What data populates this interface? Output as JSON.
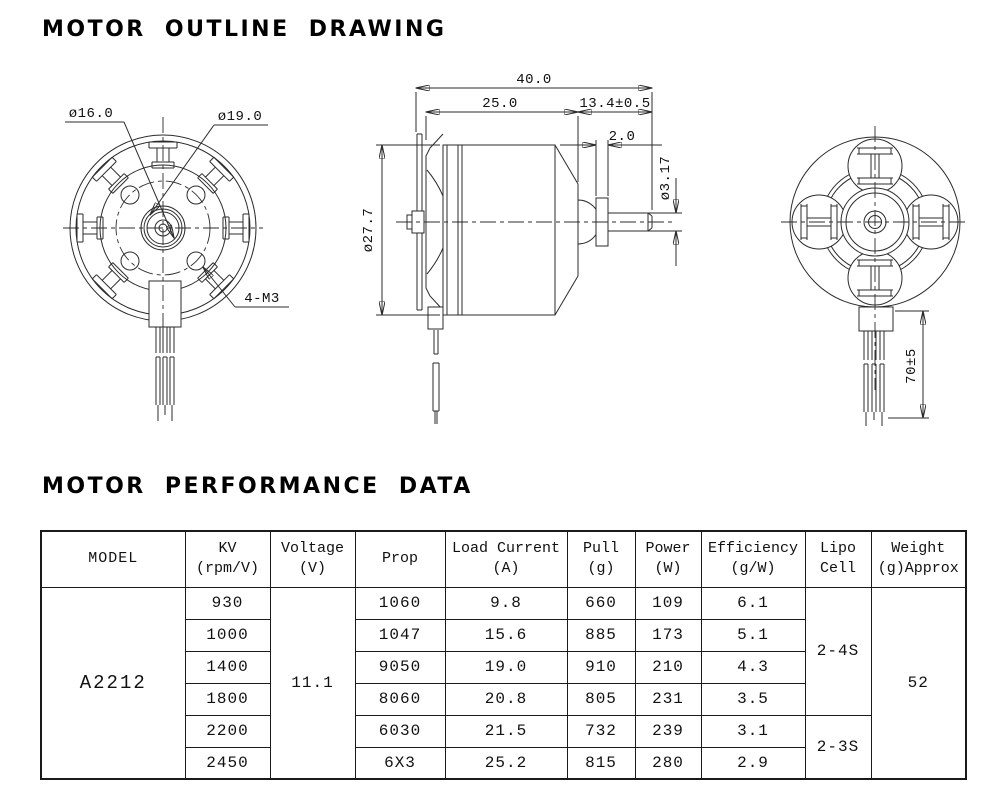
{
  "page": {
    "background": "#ffffff",
    "ink": "#1a1a1a"
  },
  "outline": {
    "title": "MOTOR OUTLINE DRAWING",
    "front_view": {
      "bolt_circle_dia": "ø16.0",
      "shaft_boss_dia": "ø19.0",
      "mount_screws": "4-M3"
    },
    "side_view": {
      "total_length": "40.0",
      "body_length": "25.0",
      "shaft_length": "13.4±0.5",
      "collar_width": "2.0",
      "body_dia": "ø27.7",
      "shaft_dia": "ø3.17"
    },
    "rear_view": {
      "wire_length": "70±5"
    }
  },
  "performance": {
    "title": "MOTOR PERFORMANCE DATA",
    "table": {
      "headers": [
        {
          "line1": "MODEL",
          "line2": ""
        },
        {
          "line1": "KV",
          "line2": "(rpm/V)"
        },
        {
          "line1": "Voltage",
          "line2": "(V)"
        },
        {
          "line1": "Prop",
          "line2": ""
        },
        {
          "line1": "Load Current",
          "line2": "(A)"
        },
        {
          "line1": "Pull",
          "line2": "(g)"
        },
        {
          "line1": "Power",
          "line2": "(W)"
        },
        {
          "line1": "Efficiency",
          "line2": "(g/W)"
        },
        {
          "line1": "Lipo",
          "line2": "Cell"
        },
        {
          "line1": "Weight",
          "line2": "(g)Approx"
        }
      ],
      "model": "A2212",
      "voltage": "11.1",
      "lipo_a": "2-4S",
      "lipo_b": "2-3S",
      "weight": "52",
      "rows": [
        {
          "kv": "930",
          "prop": "1060",
          "load_current": "9.8",
          "pull": "660",
          "power": "109",
          "efficiency": "6.1"
        },
        {
          "kv": "1000",
          "prop": "1047",
          "load_current": "15.6",
          "pull": "885",
          "power": "173",
          "efficiency": "5.1"
        },
        {
          "kv": "1400",
          "prop": "9050",
          "load_current": "19.0",
          "pull": "910",
          "power": "210",
          "efficiency": "4.3"
        },
        {
          "kv": "1800",
          "prop": "8060",
          "load_current": "20.8",
          "pull": "805",
          "power": "231",
          "efficiency": "3.5"
        },
        {
          "kv": "2200",
          "prop": "6030",
          "load_current": "21.5",
          "pull": "732",
          "power": "239",
          "efficiency": "3.1"
        },
        {
          "kv": "2450",
          "prop": "6X3",
          "load_current": "25.2",
          "pull": "815",
          "power": "280",
          "efficiency": "2.9"
        }
      ]
    }
  }
}
